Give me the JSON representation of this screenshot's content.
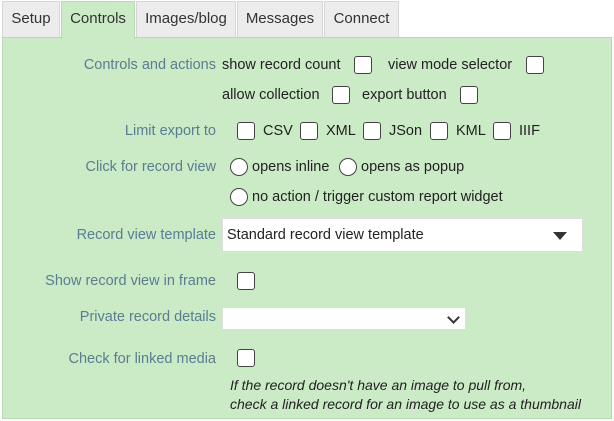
{
  "tabs": [
    {
      "label": "Setup",
      "active": false
    },
    {
      "label": "Controls",
      "active": true
    },
    {
      "label": "Images/blog",
      "active": false
    },
    {
      "label": "Messages",
      "active": false
    },
    {
      "label": "Connect",
      "active": false
    }
  ],
  "controls": {
    "label": "Controls and actions",
    "show_record_count": "show record count",
    "view_mode_selector": "view mode selector",
    "allow_collection": "allow collection",
    "export_button": "export button"
  },
  "limit_export": {
    "label": "Limit export to",
    "options": [
      "CSV",
      "XML",
      "JSon",
      "KML",
      "IIIF"
    ]
  },
  "record_view_click": {
    "label": "Click for record view",
    "opens_inline": "opens inline",
    "opens_popup": "opens as popup",
    "no_action": "no action / trigger custom report widget"
  },
  "record_view_template": {
    "label": "Record view template",
    "value": "Standard record view template"
  },
  "show_in_frame": {
    "label": "Show record view in frame"
  },
  "private_details": {
    "label": "Private record details",
    "value": ""
  },
  "linked_media": {
    "label": "Check for linked media",
    "note_line1": "If the record doesn't have an image to pull from,",
    "note_line2": "check a linked record for an image to use as a thumbnail"
  },
  "colors": {
    "panel_bg": "#cbeac6",
    "label_text": "#5a7d92",
    "tab_bg": "#ececec"
  }
}
